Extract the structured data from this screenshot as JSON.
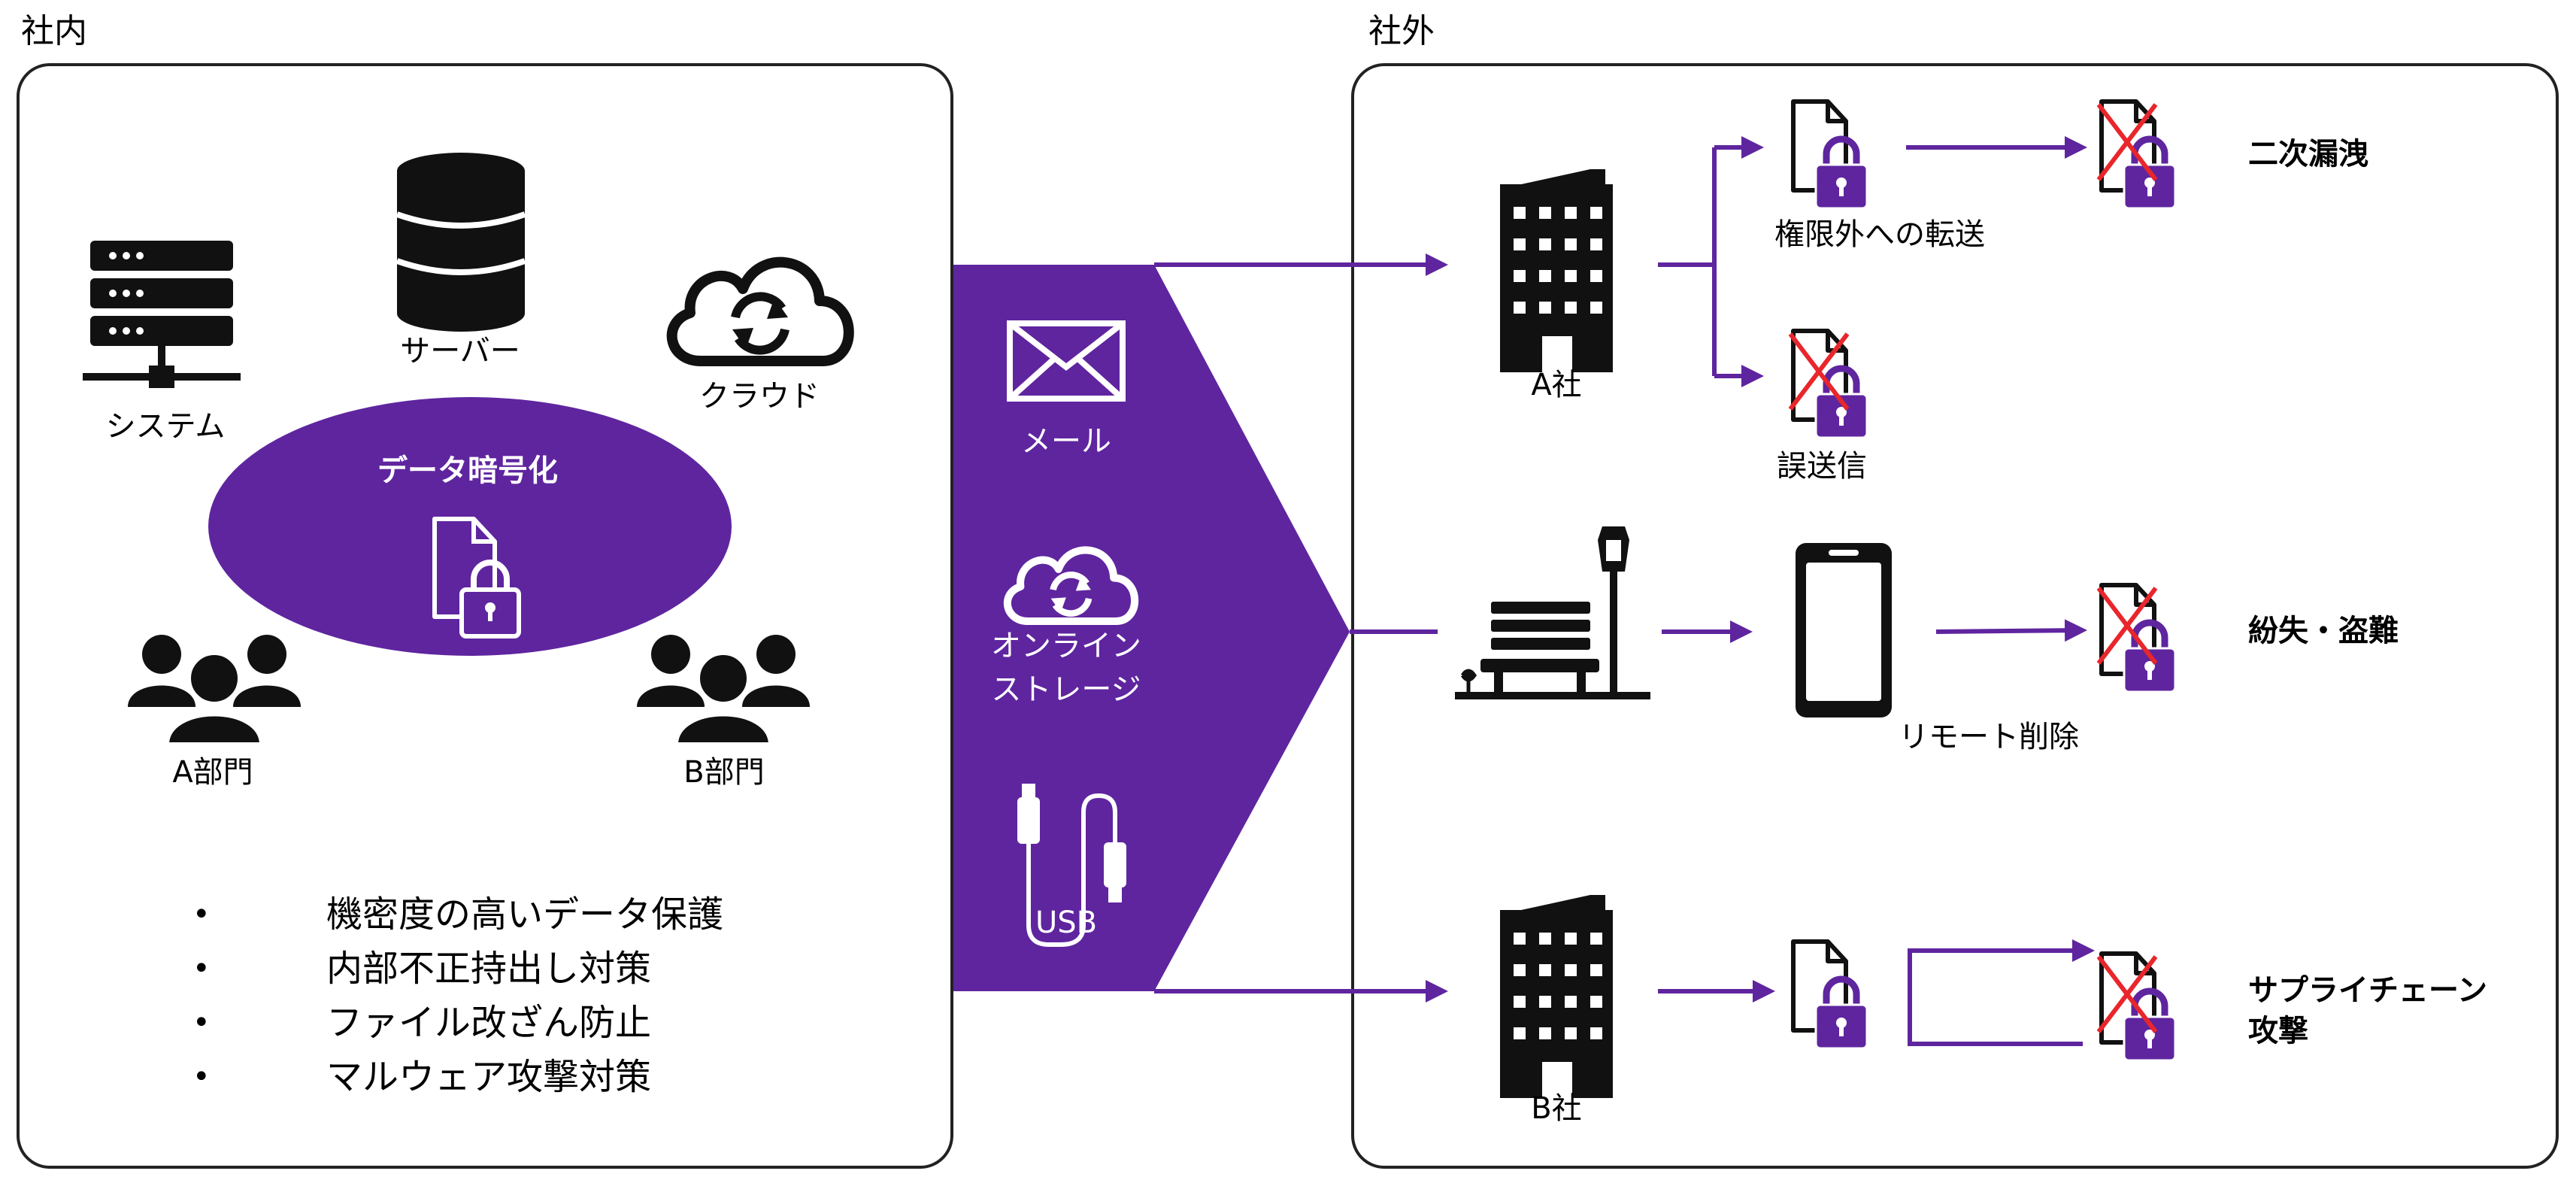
{
  "colors": {
    "accent": "#5f259f",
    "cross": "#e8262b",
    "ink": "#111111"
  },
  "internal": {
    "title": "社内",
    "icons": [
      {
        "name": "server-rack-icon",
        "label": "システム"
      },
      {
        "name": "database-icon",
        "label": "サーバー"
      },
      {
        "name": "cloud-sync-icon",
        "label": "クラウド"
      }
    ],
    "encryption": {
      "label": "データ暗号化",
      "icon": "locked-document-icon"
    },
    "departments": [
      {
        "name": "group-icon",
        "label": "A部門"
      },
      {
        "name": "group-icon",
        "label": "B部門"
      }
    ],
    "benefits": [
      "機密度の高いデータ保護",
      "内部不正持出し対策",
      "ファイル改ざん防止",
      "マルウェア攻撃対策"
    ]
  },
  "channels": [
    {
      "icon": "envelope-icon",
      "label": "メール"
    },
    {
      "icon": "cloud-sync-icon",
      "label": "オンライン\nストレージ"
    },
    {
      "icon": "usb-cable-icon",
      "label": "USB"
    }
  ],
  "external": {
    "title": "社外",
    "company_a": {
      "label": "A社",
      "forward_label": "権限外への転送",
      "missend_label": "誤送信",
      "outcome": "二次漏洩"
    },
    "public": {
      "icons": [
        "park-bench-icon",
        "smartphone-icon"
      ],
      "remote_label": "リモート削除",
      "outcome": "紛失・盗難"
    },
    "company_b": {
      "label": "B社",
      "outcome": "サプライチェーン\n攻撃"
    }
  }
}
